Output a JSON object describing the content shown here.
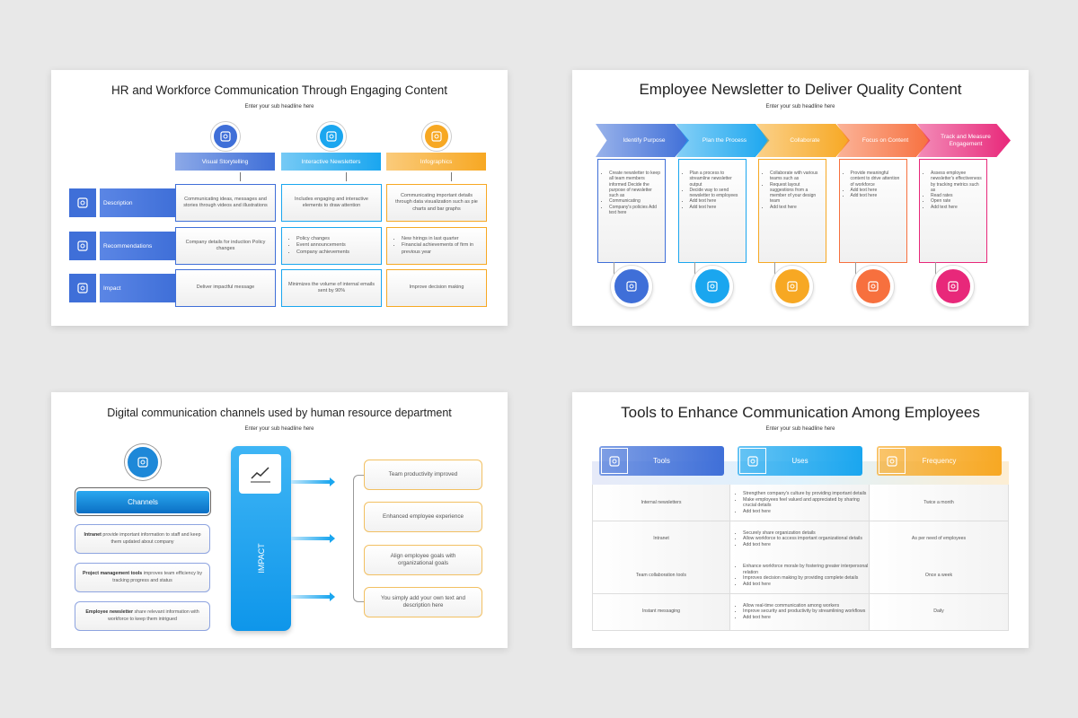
{
  "colors": {
    "blue": "#3f6fd8",
    "cyan": "#1aa6ef",
    "orange": "#f7a823",
    "coral": "#f7703e",
    "pink": "#e8287a"
  },
  "slide1": {
    "title": "HR and Workforce Communication Through Engaging Content",
    "subtitle": "Enter your sub headline here",
    "columns": [
      {
        "label": "Visual Storytelling",
        "icon": "storytelling-icon"
      },
      {
        "label": "Interactive Newsletters",
        "icon": "newsletter-icon"
      },
      {
        "label": "Infographics",
        "icon": "infographics-icon"
      }
    ],
    "rows": [
      {
        "label": "Description",
        "icon": "clipboard-icon",
        "cells": [
          "Communicating ideas, messages and stories through videos and illustrations",
          "Includes engaging and interactive elements to draw attention",
          "Communicating important details through data visualization such as pie charts and bar graphs"
        ]
      },
      {
        "label": "Recommendations",
        "icon": "recommendations-icon",
        "cells": [
          "Company details for induction Policy changes",
          [
            "Policy changes",
            "Event announcements",
            "Company achievements"
          ],
          [
            "New hirings in last quarter",
            "Financial achievements of firm in previous year"
          ]
        ]
      },
      {
        "label": "Impact",
        "icon": "impact-icon",
        "cells": [
          "Deliver impactful message",
          "Minimizes the volume of internal emails sent by 90%",
          "Improve decision making"
        ]
      }
    ]
  },
  "slide2": {
    "title": "Employee Newsletter to Deliver Quality Content",
    "subtitle": "Enter your sub headline here",
    "steps": [
      {
        "label": "Identify Purpose",
        "icon": "target-icon",
        "items": [
          "Create newsletter to keep all team members informed Decide the purpose of newsletter such as",
          "Communicating",
          "Company's policies Add text here"
        ]
      },
      {
        "label": "Plan the Process",
        "icon": "plan-icon",
        "items": [
          "Plan a process to streamline newsletter output",
          "Decide way to send newsletter to employees",
          "Add text here",
          "Add text here"
        ]
      },
      {
        "label": "Collaborate",
        "icon": "team-icon",
        "items": [
          "Collaborate with various teams such as",
          "Request layout suggestions from a member of your design team",
          "Add text here"
        ]
      },
      {
        "label": "Focus on Content",
        "icon": "focus-icon",
        "items": [
          "Provide meaningful content to drive attention of workforce",
          "Add text here",
          "Add text here"
        ]
      },
      {
        "label": "Track and Measure Engagement",
        "icon": "handshake-icon",
        "items": [
          "Assess employee newsletter's effectiveness by tracking metrics such as",
          "Read rates",
          "Open rate",
          "Add text here"
        ]
      }
    ]
  },
  "slide3": {
    "title": "Digital communication channels used by human resource department",
    "subtitle": "Enter your sub headline here",
    "channels_label": "Channels",
    "channels": [
      {
        "bold": "Intranet",
        "text": " provide important information to staff and keep them updated about company"
      },
      {
        "bold": "Project management tools",
        "text": " improves team efficiency by tracking progress and status"
      },
      {
        "bold": "Employee newsletter",
        "text": " share relevant information with workforce to keep them intrigued"
      }
    ],
    "impact_label": "IMPACT",
    "outcomes": [
      "Team productivity improved",
      "Enhanced employee experience",
      "Align employee goals with organizational goals",
      "You simply add your own text and description here"
    ]
  },
  "slide4": {
    "title": "Tools to Enhance Communication Among Employees",
    "subtitle": "Enter your sub headline here",
    "headers": [
      {
        "label": "Tools",
        "icon": "gear-icon"
      },
      {
        "label": "Uses",
        "icon": "hand-icon"
      },
      {
        "label": "Frequency",
        "icon": "pulse-icon"
      }
    ],
    "rows": [
      {
        "tool": "Internal newsletters",
        "uses": [
          "Strengthen company's culture by providing important details",
          "Make employees feel valued and appreciated by sharing crucial details",
          "Add text here"
        ],
        "frequency": "Twice a month"
      },
      {
        "tool": "Intranet",
        "uses": [
          "Securely share organization details",
          "Allow workforce to access important organizational details",
          "Add text here"
        ],
        "frequency": "As per need of employees"
      },
      {
        "tool": "Team collaboration tools",
        "uses": [
          "Enhance workforce morale by fostering greater interpersonal relation",
          "Improves decision making by providing complete details",
          "Add text here"
        ],
        "frequency": "Once a week"
      },
      {
        "tool": "Instant messaging",
        "uses": [
          "Allow real-time communication among workers",
          "Improve security and productivity by streamlining workflows",
          "Add text here"
        ],
        "frequency": "Daily"
      }
    ]
  }
}
